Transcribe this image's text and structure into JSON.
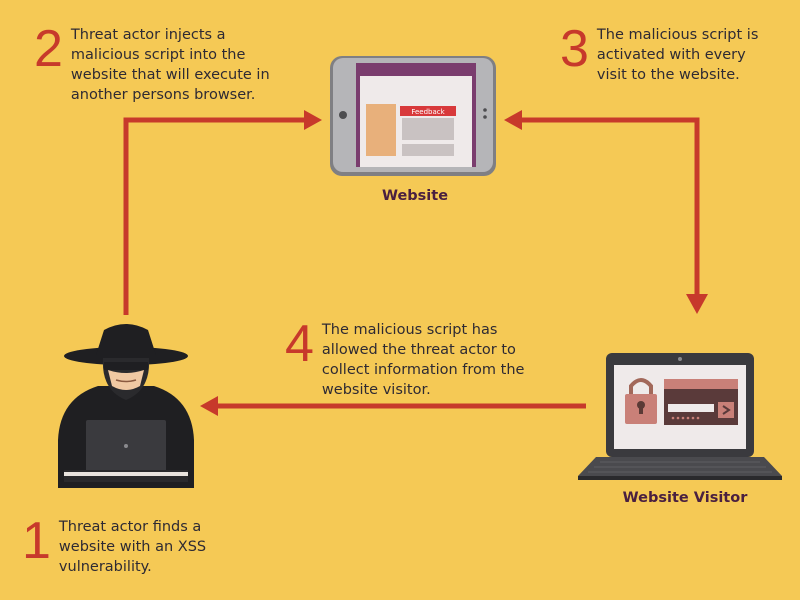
{
  "steps": [
    {
      "number": "1",
      "text": "Threat actor finds a\nwebsite with an XSS\nvulnerability."
    },
    {
      "number": "2",
      "text": "Threat actor injects a\nmalicious script into the\nwebsite that will execute in\nanother persons browser."
    },
    {
      "number": "3",
      "text": "The malicious script is\nactivated with every\nvisit to the website."
    },
    {
      "number": "4",
      "text": "The malicious script has\nallowed the threat actor to\ncollect information from the\nwebsite visitor."
    }
  ],
  "nodes": {
    "website_label": "Website",
    "visitor_label": "Website Visitor",
    "feedback_label": "Feedback"
  },
  "colors": {
    "background": "#f5c955",
    "arrow": "#c7392b",
    "number": "#c7392b",
    "text": "#2e2a33",
    "label": "#4a2040"
  },
  "icons": [
    "hacker-icon",
    "tablet-icon",
    "laptop-icon",
    "padlock-icon"
  ]
}
